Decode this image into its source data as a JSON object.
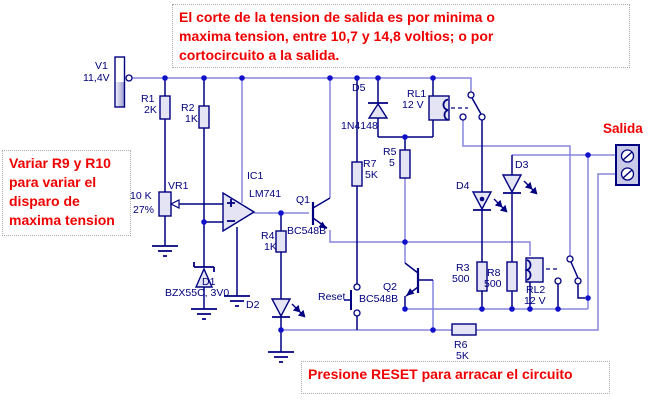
{
  "notes": {
    "top": "El corte de la tension de salida es por minima o\nmaxima tension, entre 10,7 y 14,8 voltios; o por\ncortocircuito a la salida.",
    "left": "Variar R9 y R10\npara variar el\ndisparo de\nmaxima tension",
    "bottom": "Presione RESET para arracar el circuito"
  },
  "output_label": "Salida",
  "lbl": {
    "v1": "V1",
    "v1v": "11,4V",
    "r1": "R1",
    "r1v": "2K",
    "r2": "R2",
    "r2v": "1K",
    "vr1": "VR1",
    "vr1v": "10 K",
    "vr1p": "27%",
    "ic1": "IC1",
    "ic1v": "LM741",
    "d1": "D1",
    "d1v": "BZX55C, 3V0",
    "d2": "D2",
    "r4": "R4",
    "r4v": "1K",
    "q1": "Q1",
    "q1v": "BC548B",
    "d5": "D5",
    "d5v": "1N4148",
    "rl1": "RL1",
    "rl1v": "12 V",
    "r7": "R7",
    "r7v": "5K",
    "r5": "R5",
    "r5v": "5",
    "reset": "Reset",
    "q2": "Q2",
    "q2v": "BC548B",
    "r3": "R3",
    "r3v": "500",
    "r8": "R8",
    "r8v": "500",
    "rl2": "RL2",
    "rl2v": "12 V",
    "d3": "D3",
    "d4": "D4",
    "r6": "R6",
    "r6v": "5K"
  },
  "colors": {
    "annotation_red": "#f00000",
    "wire_light": "#8585de",
    "wire_dark": "#000080",
    "junction_dot": "#1111cc",
    "component_fill": "#e4e4f4",
    "label_navy": "#00007e",
    "background": "#ffffff"
  }
}
